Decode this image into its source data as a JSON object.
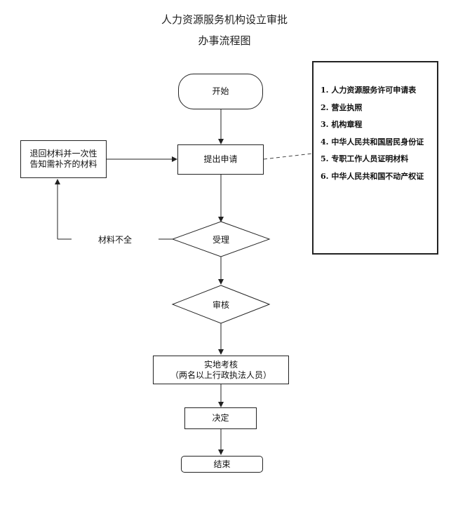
{
  "title": "人力资源服务机构设立审批",
  "subtitle": "办事流程图",
  "nodes": {
    "start": "开始",
    "submit": "提出申请",
    "return_materials": "退回材料并一次性\n告知需补齐的材料",
    "missing_label": "材料不全",
    "accept": "受理",
    "review": "审核",
    "inspection": "实地考核\n（两名以上行政执法人员）",
    "decision": "决定",
    "end": "结束"
  },
  "materials": [
    "1. 人力资源服务许可申请表",
    "2. 营业执照",
    "3. 机构章程",
    "4. 中华人民共和国居民身份证",
    "5. 专职工作人员证明材料",
    "6. 中华人民共和国不动产权证"
  ]
}
